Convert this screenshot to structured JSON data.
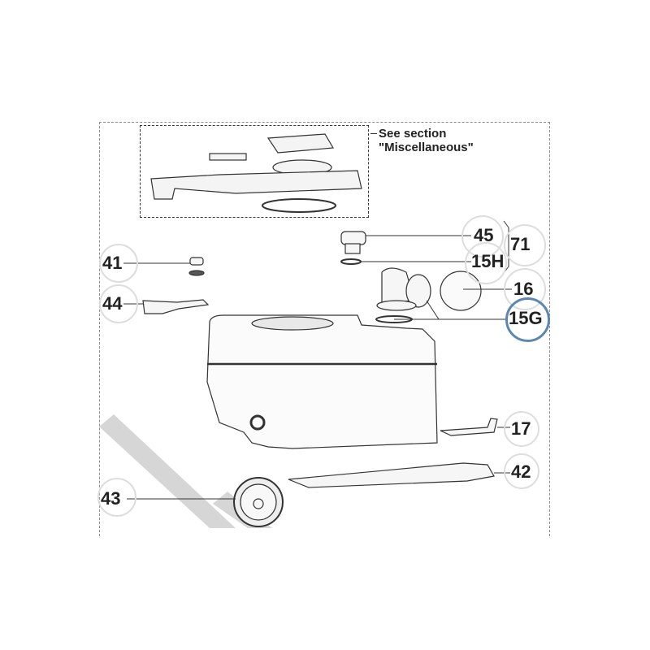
{
  "diagram": {
    "type": "exploded parts diagram",
    "note": {
      "line1": "See section",
      "line2": "\"Miscellaneous\""
    },
    "highlight_color": "#5b88b0",
    "callouts": [
      {
        "id": "41",
        "label": "41"
      },
      {
        "id": "44",
        "label": "44"
      },
      {
        "id": "45",
        "label": "45"
      },
      {
        "id": "15H",
        "label": "15H"
      },
      {
        "id": "71",
        "label": "71"
      },
      {
        "id": "16",
        "label": "16"
      },
      {
        "id": "15G",
        "label": "15G",
        "highlighted": true
      },
      {
        "id": "17",
        "label": "17"
      },
      {
        "id": "42",
        "label": "42"
      },
      {
        "id": "43",
        "label": "43"
      }
    ]
  }
}
